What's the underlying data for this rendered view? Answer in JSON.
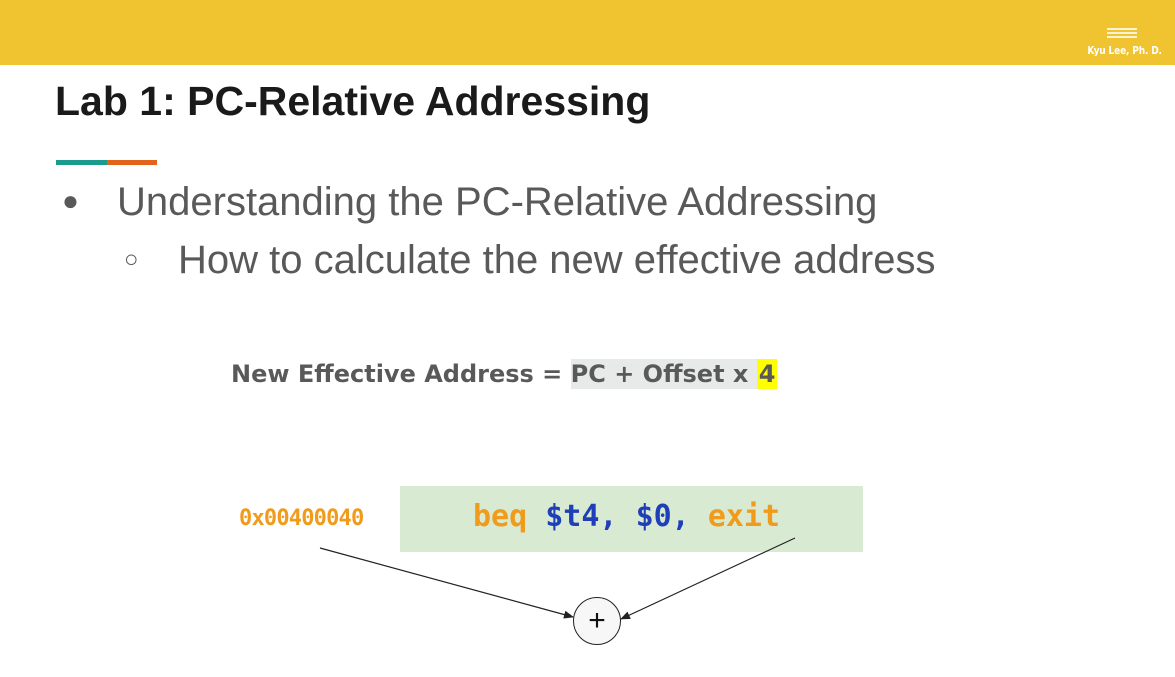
{
  "header": {
    "author": "Kyu Lee, Ph. D.",
    "band_color": "#f0c330"
  },
  "slide": {
    "title": "Lab 1: PC-Relative Addressing",
    "bullet_1": "Understanding the PC-Relative Addressing",
    "bullet_1_marker": "●",
    "bullet_2": "How to calculate the new effective address",
    "bullet_2_marker": "○"
  },
  "formula": {
    "lhs": "New Effective Address = ",
    "rhs_main": "PC + Offset x ",
    "rhs_highlight": "4"
  },
  "diagram": {
    "address": "0x00400040",
    "opcode": "beq",
    "reg1": "$t4,",
    "reg2": "$0,",
    "label": "exit",
    "adder_symbol": "+"
  },
  "colors": {
    "accent_teal": "#1c9a8c",
    "accent_orange": "#e3631a",
    "code_orange": "#f19b1b",
    "code_blue": "#1f3fb8",
    "code_bg": "#d9ead3",
    "highlight_yellow": "#ffff00"
  }
}
